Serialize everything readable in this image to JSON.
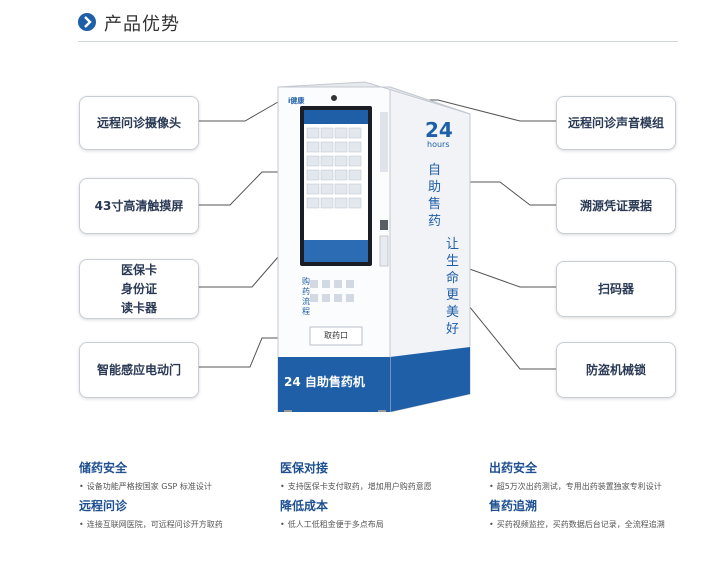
{
  "header": {
    "title": "产品优势"
  },
  "callouts": {
    "left": [
      {
        "lines": [
          "远程问诊摄像头"
        ]
      },
      {
        "lines": [
          "43寸高清触摸屏"
        ]
      },
      {
        "lines": [
          "医保卡",
          "身份证",
          "读卡器"
        ]
      },
      {
        "lines": [
          "智能感应电动门"
        ]
      }
    ],
    "right": [
      {
        "lines": [
          "远程问诊声音模组"
        ]
      },
      {
        "lines": [
          "溯源凭证票据"
        ]
      },
      {
        "lines": [
          "扫码器"
        ]
      },
      {
        "lines": [
          "防盗机械锁"
        ]
      }
    ]
  },
  "machine": {
    "brand": "i健康",
    "side_big": "24",
    "side_small": "hours",
    "side_slogan_1": "自助售药",
    "side_slogan_2": "让生命更美好",
    "bottom_label": "24 自助售药机",
    "pickup_label": "取药口",
    "front_vertical": "购药流程"
  },
  "features": [
    {
      "title": "储药安全",
      "desc": "设备功能严格按国家 GSP 标准设计"
    },
    {
      "title": "医保对接",
      "desc": "支持医保卡支付取药，增加用户购药意愿"
    },
    {
      "title": "出药安全",
      "desc": "超5万次出药测试，专用出药装置独家专利设计"
    },
    {
      "title": "远程问诊",
      "desc": "连接互联网医院，可远程问诊开方取药"
    },
    {
      "title": "降低成本",
      "desc": "低人工低租金便于多点布局"
    },
    {
      "title": "售药追溯",
      "desc": "买药视频监控，买药数据后台记录，全流程追溯"
    }
  ],
  "colors": {
    "accent": "#1d4f91",
    "machine_blue": "#1f5fa8"
  },
  "icons": [
    "chevron-right-icon"
  ]
}
